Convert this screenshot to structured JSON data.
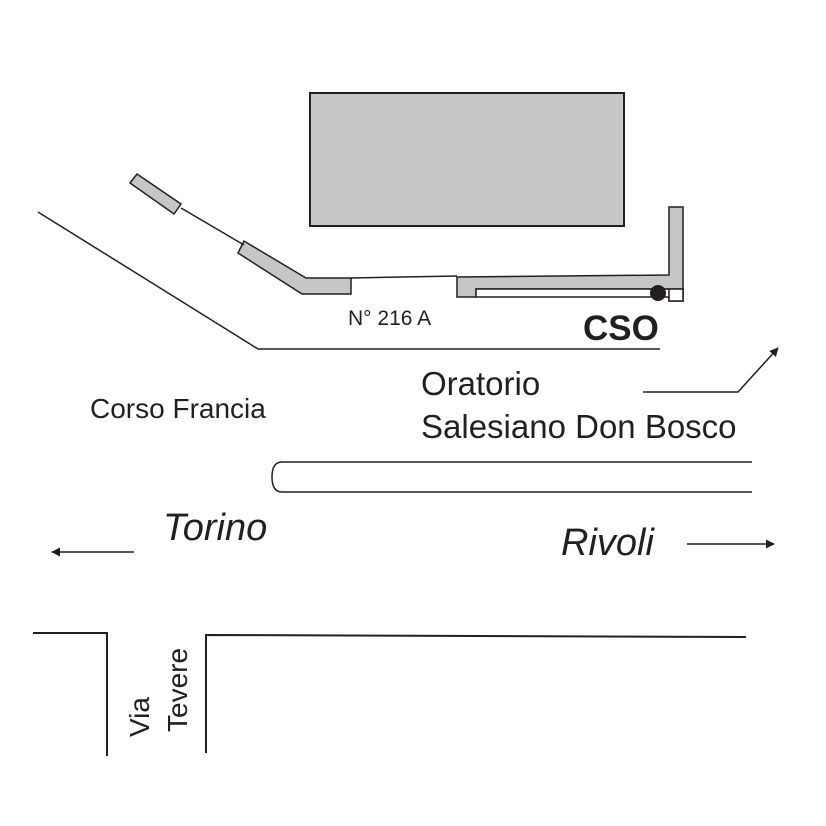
{
  "map": {
    "labels": {
      "address_number": "N° 216 A",
      "cso": "CSO",
      "oratorio_line1": "Oratorio",
      "oratorio_line2": "Salesiano Don Bosco",
      "corso_francia": "Corso Francia",
      "torino": "Torino",
      "rivoli": "Rivoli",
      "via_tevere_line1": "Via",
      "via_tevere_line2": "Tevere"
    },
    "colors": {
      "line": "#231f20",
      "building_fill": "#c6c6c6",
      "background": "#ffffff"
    },
    "icons": {
      "left_arrow": "arrow-left-icon",
      "right_arrow": "arrow-right-icon",
      "pointer_arrow": "arrow-up-right-icon",
      "location_marker": "location-dot-icon"
    }
  }
}
